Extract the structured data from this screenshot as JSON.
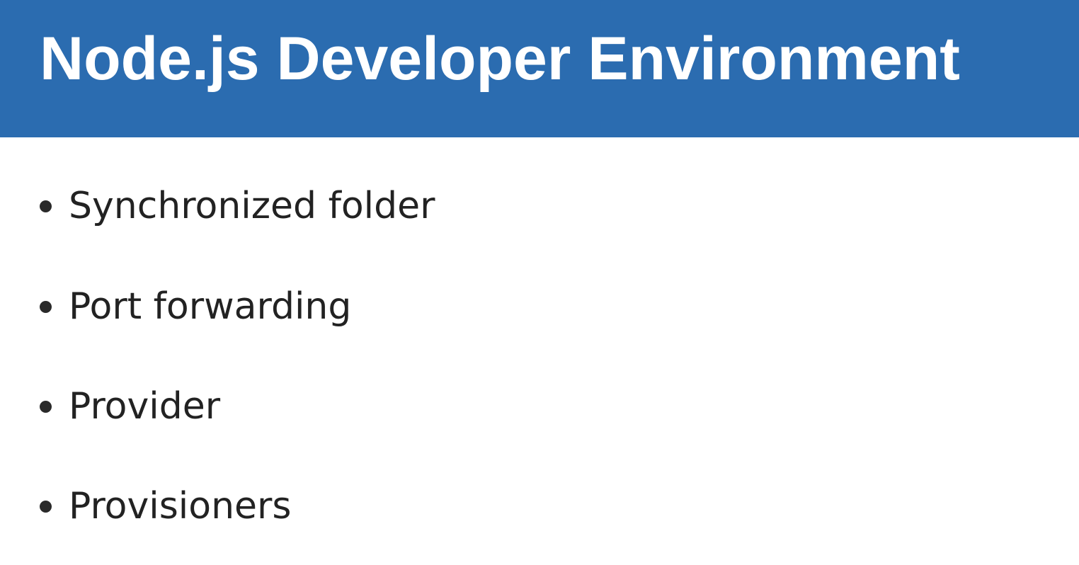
{
  "slide": {
    "title": "Node.js Developer Environment",
    "bullets": [
      "Synchronized folder",
      "Port forwarding",
      "Provider",
      "Provisioners"
    ]
  },
  "colors": {
    "title_bar": "#2b6cb0",
    "title_text": "#ffffff",
    "body_text": "#222222",
    "background": "#ffffff"
  }
}
